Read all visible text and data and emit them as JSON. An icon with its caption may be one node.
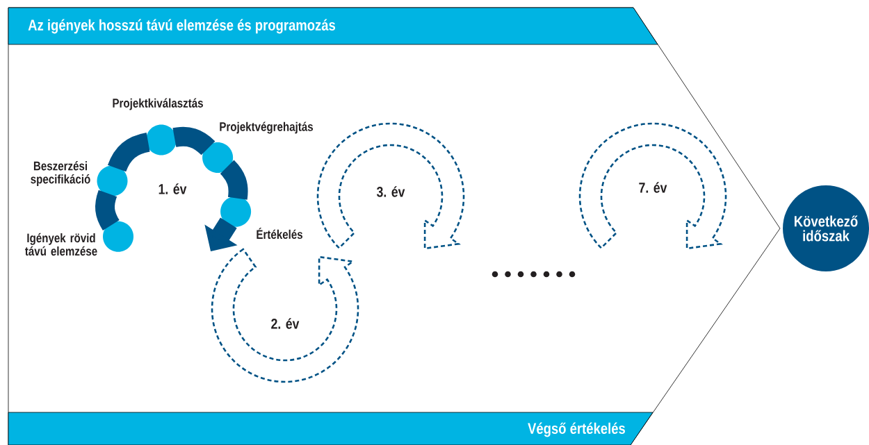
{
  "diagram": {
    "nodes": [
      {
        "text": [
          "Az igények hosszú távú elemzése és programozás"
        ]
      },
      {
        "text": [],
        "shape": "circle",
        "beside": [
          "Beszerzési specifikáció"
        ]
      },
      {
        "text": [],
        "shape": "circle",
        "beside": [
          "Igények rövid távú elemzése"
        ]
      },
      {
        "text": [],
        "shape": "circle",
        "beside": [
          "Projektkiválasztás"
        ]
      },
      {
        "text": [],
        "shape": "circle",
        "beside": [
          "Projektvégrehajtás"
        ]
      },
      {
        "text": [],
        "shape": "circle",
        "beside": [
          "Értékelés"
        ]
      },
      {
        "text": [
          "Következő időszak"
        ]
      },
      {
        "text": [
          "Végső értékelés"
        ]
      },
      {
        "text": [
          "2. év"
        ]
      },
      {
        "text": [
          "3. év"
        ]
      },
      {
        "text": [
          "7. év"
        ]
      }
    ],
    "edges": [
      {
        "from": 2,
        "to": 1,
        "arrow": "none"
      },
      {
        "from": 1,
        "to": 3,
        "arrow": "none"
      },
      {
        "from": 3,
        "to": 4,
        "arrow": "none"
      },
      {
        "from": 4,
        "to": 5,
        "arrow": "none"
      },
      {
        "from": 5,
        "to": null,
        "arrow": "to"
      }
    ],
    "labels": [
      "1. év"
    ]
  }
}
